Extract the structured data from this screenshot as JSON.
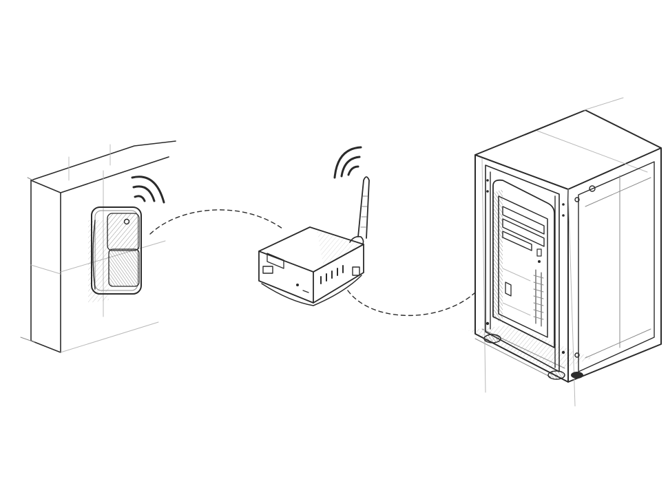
{
  "diagram": {
    "style": "pencil sketch",
    "ink_color": "#2a2a2a",
    "background_color": "#ffffff",
    "nodes": [
      {
        "id": "wall-sensor",
        "icon": "wireless-sensor-icon"
      },
      {
        "id": "router",
        "icon": "wireless-router-icon"
      },
      {
        "id": "server-rack",
        "icon": "server-rack-icon"
      }
    ],
    "links": [
      {
        "from": "wall-sensor",
        "to": "router",
        "style": "dashed"
      },
      {
        "from": "router",
        "to": "server-rack",
        "style": "dashed"
      }
    ]
  }
}
